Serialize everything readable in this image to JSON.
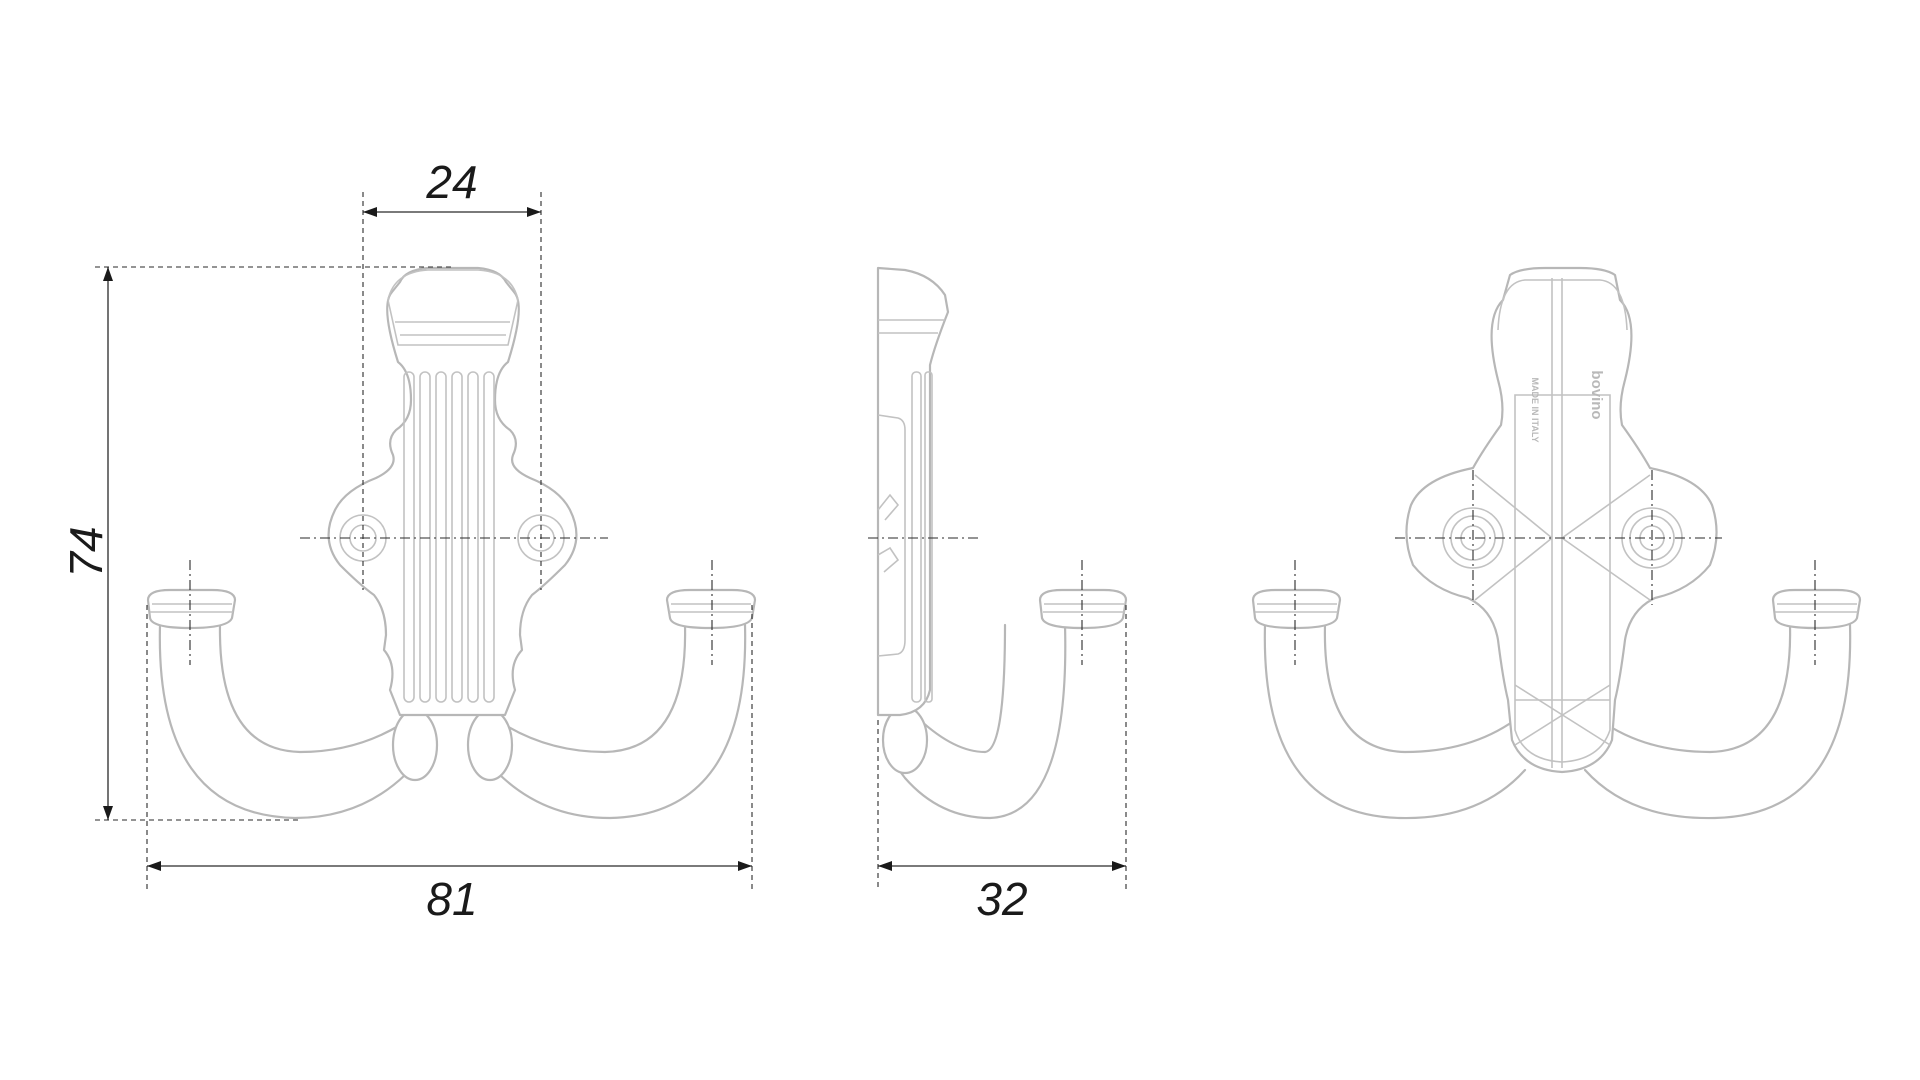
{
  "dimensions": {
    "width_front": "81",
    "height_front": "74",
    "hole_spacing": "24",
    "depth_side": "32"
  },
  "back_view": {
    "brand_stamp": "bovino",
    "origin_stamp": "MADE IN ITALY"
  },
  "colors": {
    "part_outline": "#b7b7b7",
    "dimension_lines": "#2a2a2a"
  }
}
